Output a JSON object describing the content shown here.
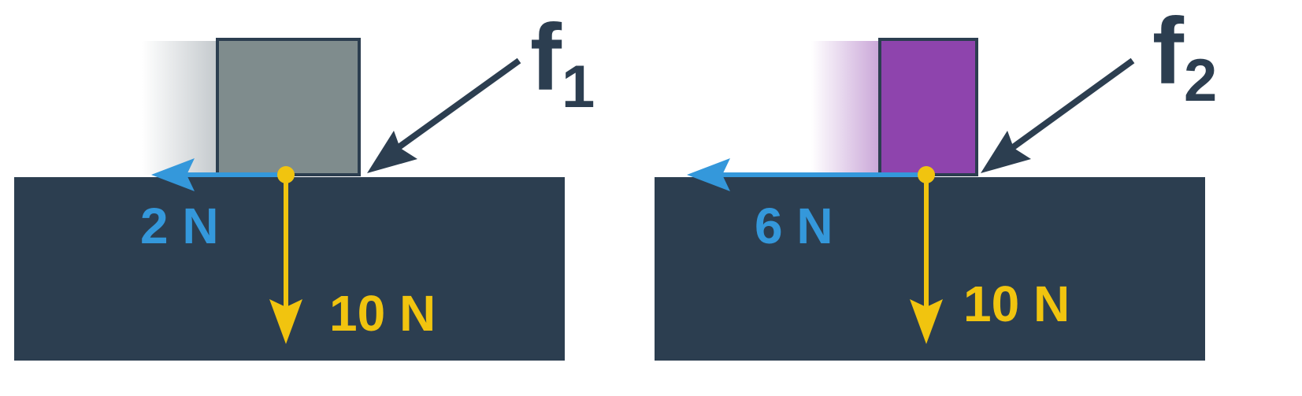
{
  "panels": [
    {
      "force_label": "f",
      "force_subscript": "1",
      "friction_label": "2 N",
      "normal_label": "10 N",
      "block_color": "#7f8c8d"
    },
    {
      "force_label": "f",
      "force_subscript": "2",
      "friction_label": "6 N",
      "normal_label": "10 N",
      "block_color": "#8e44ad"
    }
  ],
  "colors": {
    "ground": "#2c3e50",
    "friction_arrow": "#3498db",
    "normal_arrow": "#f1c40f",
    "applied_force_arrow": "#2c3e50"
  }
}
